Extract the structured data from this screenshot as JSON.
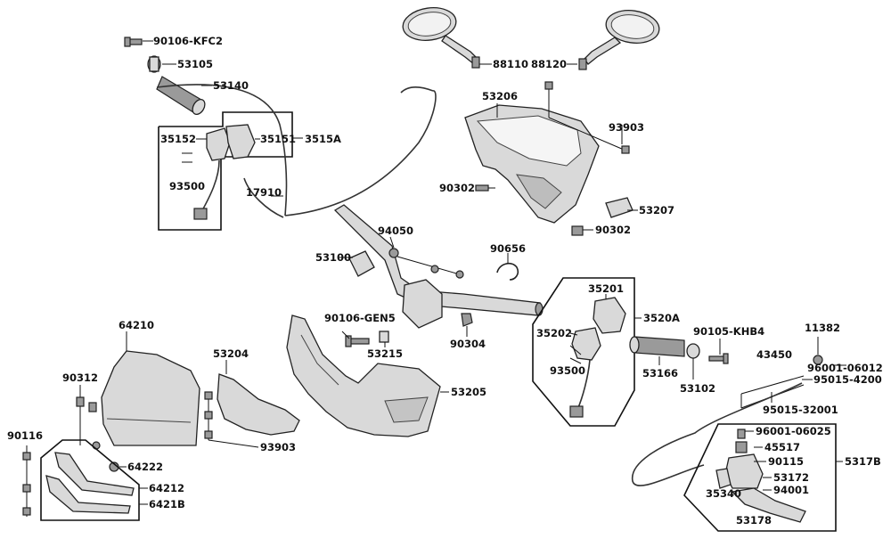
{
  "parts": {
    "p90106_kfc2": "90106-KFC2",
    "p53105": "53105",
    "p53140": "53140",
    "p35152": "35152",
    "p35151": "35151",
    "p3515a": "3515A",
    "p93500_left": "93500",
    "p17910": "17910",
    "p88110": "88110",
    "p88120": "88120",
    "p53206": "53206",
    "p93903_top": "93903",
    "p90302_upper": "90302",
    "p53207": "53207",
    "p90302_lower": "90302",
    "p94050": "94050",
    "p53100": "53100",
    "p90656": "90656",
    "p35201": "35201",
    "p3520a": "3520A",
    "p35202": "35202",
    "p93500_right": "93500",
    "p90106_gen5": "90106-GEN5",
    "p53215": "53215",
    "p90304": "90304",
    "p64210": "64210",
    "p53204": "53204",
    "p53205": "53205",
    "p90312": "90312",
    "p90116": "90116",
    "p64222": "64222",
    "p64212": "64212",
    "p6421b": "6421B",
    "p93903_bottom": "93903",
    "p90105_khb4": "90105-KHB4",
    "p53166": "53166",
    "p53102": "53102",
    "p11382": "11382",
    "p43450": "43450",
    "p96001_06012": "96001-06012",
    "p95015_4200": "95015-4200",
    "p95015_32001": "95015-32001",
    "p96001_06025": "96001-06025",
    "p45517": "45517",
    "p90115": "90115",
    "p5317b": "5317B",
    "p53172": "53172",
    "p35340": "35340",
    "p94001": "94001",
    "p53178": "53178"
  }
}
